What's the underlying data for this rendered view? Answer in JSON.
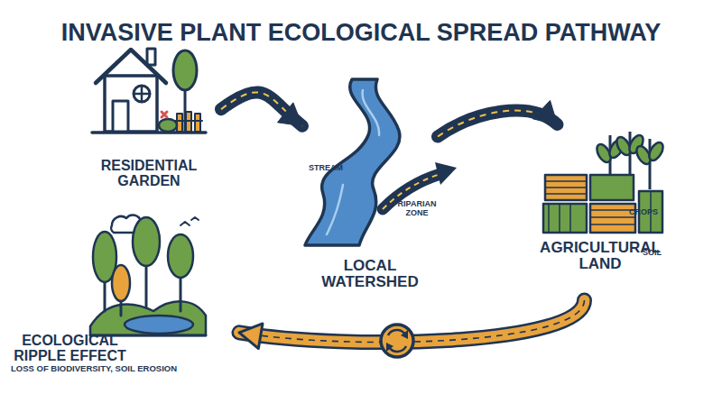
{
  "diagram": {
    "title": "INVASIVE PLANT ECOLOGICAL SPREAD PATHWAY",
    "nodes": [
      {
        "text": [
          "RESIDENTIAL GARDEN"
        ]
      },
      {
        "text": [
          "LOCAL WATERSHED"
        ]
      },
      {
        "text": [
          "AGRICULTURAL LAND"
        ]
      },
      {
        "text": [
          "ECOLOGICAL RIPPLE EFFECT",
          "LOSS OF BIODIVERSITY, SOIL EROSION"
        ]
      }
    ],
    "edges": [
      {
        "from": 0,
        "to": 1,
        "arrow": "to"
      },
      {
        "from": 1,
        "to": 2,
        "arrow": "to"
      },
      {
        "from": 2,
        "to": 3,
        "arrow": "to"
      }
    ],
    "labels": [
      "STREAM",
      "RIPARIAN ZONE",
      "CROPS",
      "SOIL"
    ]
  }
}
